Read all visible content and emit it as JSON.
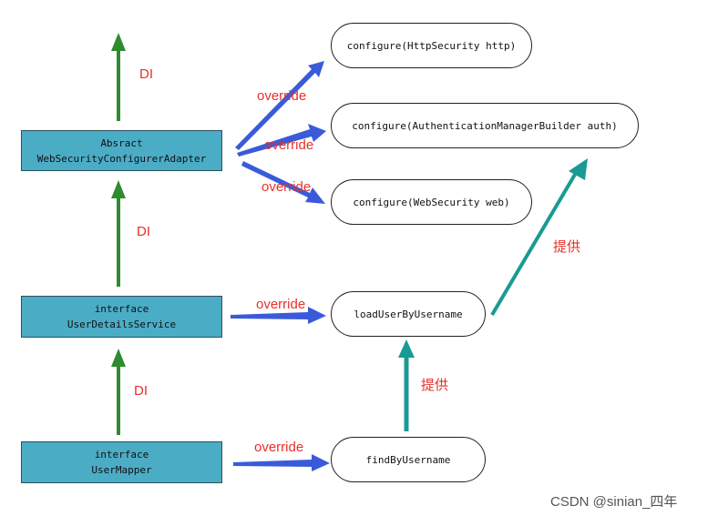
{
  "colors": {
    "box_fill": "#4bacc6",
    "di_arrow": "#2e8b2e",
    "override_arrow": "#3a5bd9",
    "provide_arrow": "#1a9a94",
    "label_red": "#e8302a"
  },
  "classes": [
    {
      "line1": "Absract",
      "line2": "WebSecurityConfigurerAdapter"
    },
    {
      "line1": "interface",
      "line2": "UserDetailsService"
    },
    {
      "line1": "interface",
      "line2": "UserMapper"
    }
  ],
  "methods": [
    {
      "label": "configure(HttpSecurity http)"
    },
    {
      "label": "configure(AuthenticationManagerBuilder auth)"
    },
    {
      "label": "configure(WebSecurity web)"
    },
    {
      "label": "loadUserByUsername"
    },
    {
      "label": "findByUsername"
    }
  ],
  "edge_labels": {
    "di_1": "DI",
    "di_2": "DI",
    "di_3": "DI",
    "override_1": "override",
    "override_2": "override",
    "override_3": "override",
    "override_4": "override",
    "override_5": "override",
    "provide_1": "提供",
    "provide_2": "提供"
  },
  "watermark": "CSDN @sinian_四年"
}
